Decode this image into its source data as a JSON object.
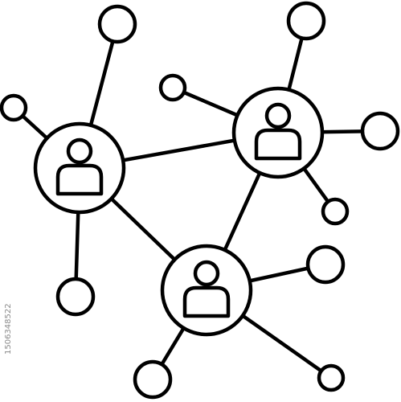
{
  "diagram": {
    "type": "network",
    "stroke_color": "#000000",
    "background_color": "#ffffff",
    "hubs": [
      {
        "id": "hub-left",
        "icon": "user-icon"
      },
      {
        "id": "hub-right",
        "icon": "user-icon"
      },
      {
        "id": "hub-bottom",
        "icon": "user-icon"
      }
    ],
    "leaves": [
      {
        "id": "leaf-top-left",
        "attached_to": "hub-left"
      },
      {
        "id": "leaf-far-left",
        "attached_to": "hub-left"
      },
      {
        "id": "leaf-lower-left",
        "attached_to": "hub-left"
      },
      {
        "id": "leaf-top-right",
        "attached_to": "hub-right"
      },
      {
        "id": "leaf-mid-left",
        "attached_to": "hub-right"
      },
      {
        "id": "leaf-far-right",
        "attached_to": "hub-right"
      },
      {
        "id": "leaf-right-lower",
        "attached_to": "hub-right"
      },
      {
        "id": "leaf-bottom-right-upper",
        "attached_to": "hub-bottom"
      },
      {
        "id": "leaf-bottom-left",
        "attached_to": "hub-bottom"
      },
      {
        "id": "leaf-bottom-right",
        "attached_to": "hub-bottom"
      }
    ],
    "hub_links": [
      [
        "hub-left",
        "hub-right"
      ],
      [
        "hub-left",
        "hub-bottom"
      ],
      [
        "hub-right",
        "hub-bottom"
      ]
    ]
  },
  "watermark": {
    "id_text": "1506348522"
  }
}
